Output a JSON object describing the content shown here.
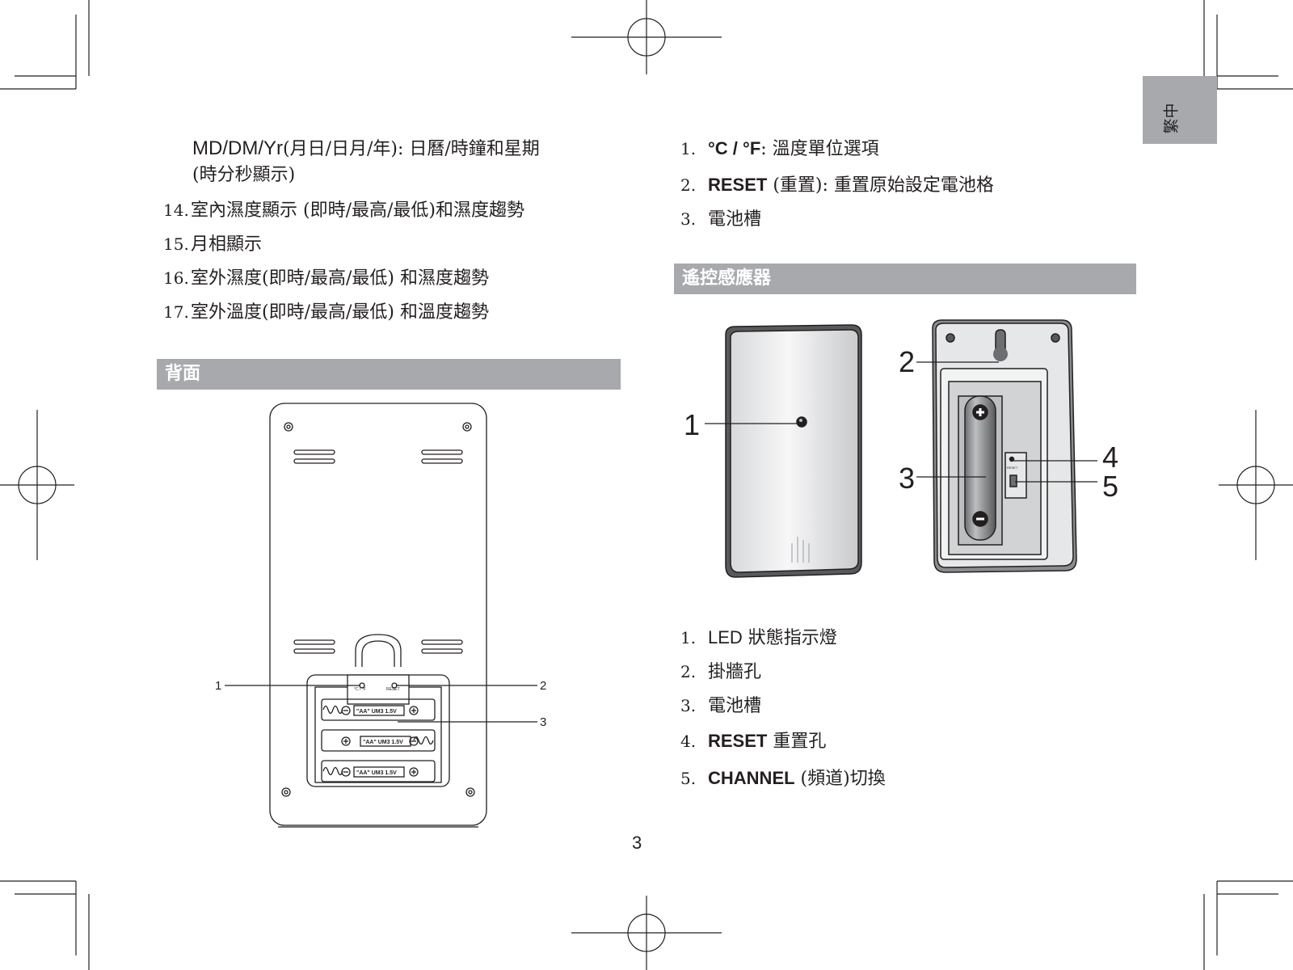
{
  "left_column": {
    "md_line": {
      "md": "MD",
      "sep1": "/",
      "dm": "DM",
      "sep2": "/",
      "yr": "Yr",
      "desc": "(月日/日月/年): 日曆/時鐘和星期",
      "desc2": "(時分秒顯示)"
    },
    "items": [
      {
        "num": "14.",
        "text": "室內濕度顯示 (即時/最高/最低)和濕度趨勢"
      },
      {
        "num": "15.",
        "text": "月相顯示"
      },
      {
        "num": "16.",
        "text": "室外濕度(即時/最高/最低) 和濕度趨勢"
      },
      {
        "num": "17.",
        "text": "室外溫度(即時/最高/最低) 和溫度趨勢"
      }
    ],
    "section_title": "背面",
    "figure": {
      "callouts": [
        "1",
        "2",
        "3"
      ],
      "battery_labels": [
        "\"AA\"  UM3  1.5V",
        "\"AA\"  UM3  1.5V",
        "\"AA\"  UM3  1.5V"
      ],
      "switch_labels": [
        "°C / °F",
        "RESET"
      ]
    }
  },
  "right_column": {
    "top_items": [
      {
        "num": "1.",
        "bold": "°C / °F",
        "text": ":  溫度單位選項"
      },
      {
        "num": "2.",
        "bold": "RESET",
        "text": " (重置):  重置原始設定電池格"
      },
      {
        "num": "3.",
        "bold": "",
        "text": "電池槽"
      }
    ],
    "section_title": "遙控感應器",
    "figure": {
      "callouts": [
        "1",
        "2",
        "3",
        "4",
        "5"
      ],
      "reset_label": "RESET"
    },
    "bottom_items": [
      {
        "num": "1.",
        "bold": "LED",
        "text": " 狀態指示燈"
      },
      {
        "num": "2.",
        "bold": "",
        "text": "掛牆孔"
      },
      {
        "num": "3.",
        "bold": "",
        "text": "電池槽"
      },
      {
        "num": "4.",
        "bold": "RESET",
        "text": " 重置孔"
      },
      {
        "num": "5.",
        "bold": "CHANNEL",
        "text": " (頻道)切換"
      }
    ]
  },
  "language_tab": "繁中",
  "page_number": "3"
}
